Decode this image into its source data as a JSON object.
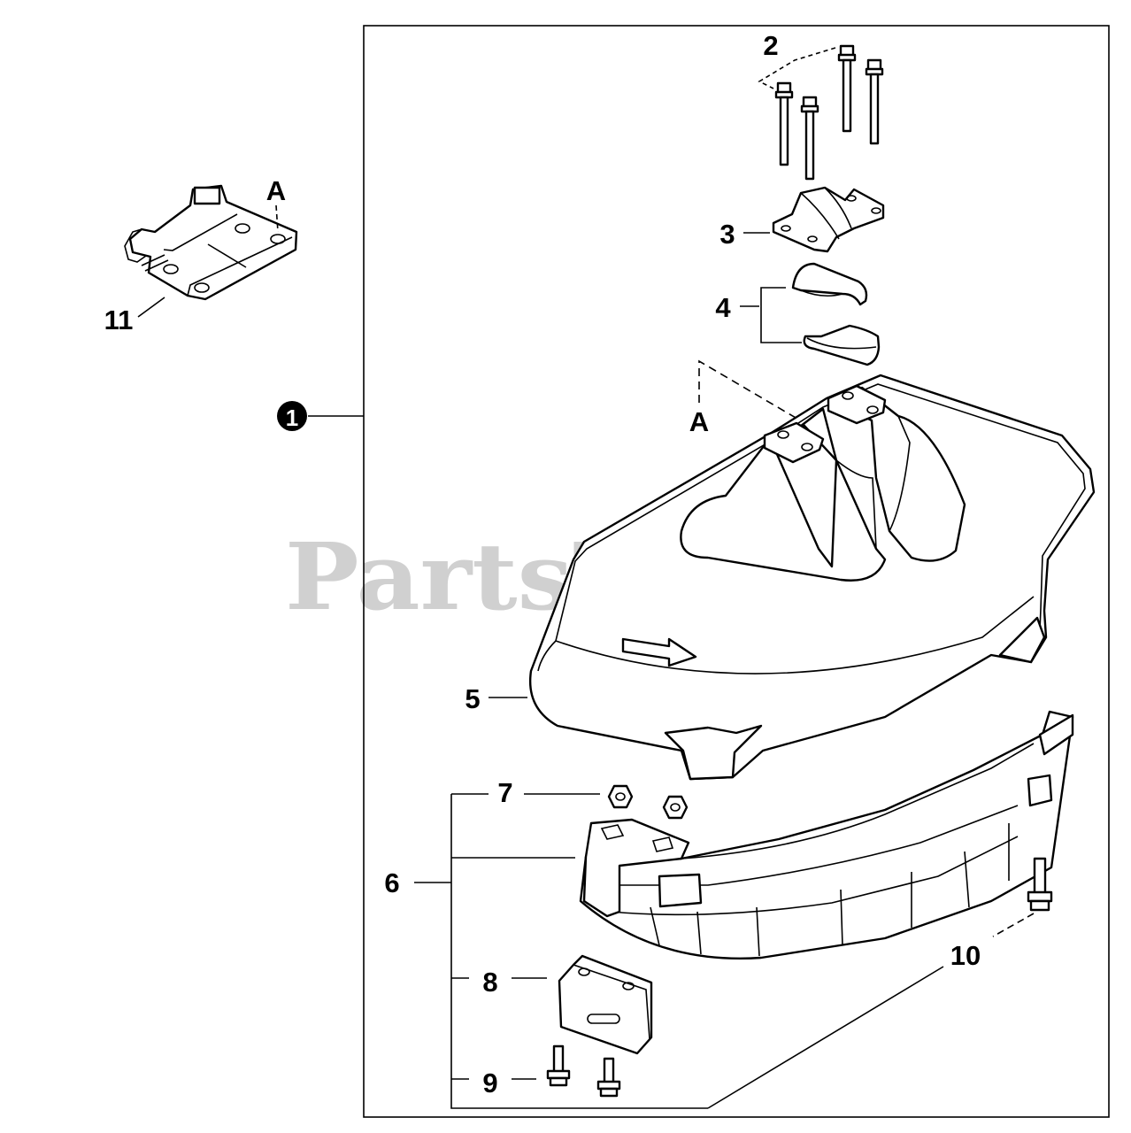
{
  "watermark": {
    "text": "PartsTree",
    "trademark": "™"
  },
  "diagram": {
    "assembly_marker": "1",
    "parts": {
      "p2": "2",
      "p3": "3",
      "p4": "4",
      "p5": "5",
      "p6": "6",
      "p7": "7",
      "p8": "8",
      "p9": "9",
      "p10": "10",
      "p11": "11"
    },
    "reference": {
      "bracket": "A",
      "shield": "A"
    }
  }
}
